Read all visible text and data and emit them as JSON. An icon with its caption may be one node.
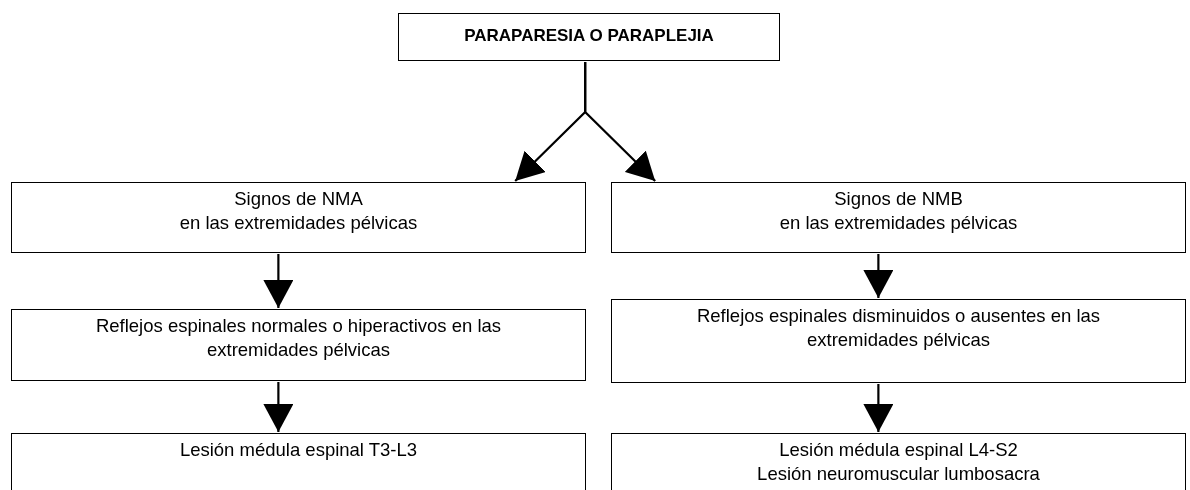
{
  "diagram": {
    "nodes": [
      {
        "text": [
          "PARAPARESIA O PARAPLEJIA"
        ]
      },
      {
        "text": [
          "Signos de NMA",
          "en las extremidades pélvicas"
        ]
      },
      {
        "text": [
          "Signos de NMB",
          "en las extremidades pélvicas"
        ]
      },
      {
        "text": [
          "Reflejos espinales normales o hiperactivos en las extremidades pélvicas"
        ]
      },
      {
        "text": [
          "Reflejos espinales disminuidos o ausentes en las extremidades pélvicas"
        ]
      },
      {
        "text": [
          "Lesión médula espinal T3-L3"
        ]
      },
      {
        "text": [
          "Lesión médula espinal L4-S2",
          "Lesión neuromuscular lumbosacra"
        ]
      }
    ],
    "edges": [
      {
        "from": 0,
        "to": 1,
        "arrow": "to"
      },
      {
        "from": 0,
        "to": 2,
        "arrow": "to"
      },
      {
        "from": 1,
        "to": 3,
        "arrow": "to"
      },
      {
        "from": 2,
        "to": 4,
        "arrow": "to"
      },
      {
        "from": 3,
        "to": 5,
        "arrow": "to"
      },
      {
        "from": 4,
        "to": 6,
        "arrow": "to"
      }
    ]
  }
}
